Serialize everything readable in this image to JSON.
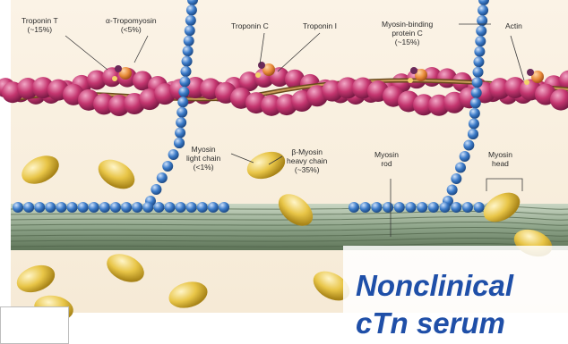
{
  "diagram": {
    "labels": {
      "troponin_t": "Troponin T",
      "troponin_t_pct": "(~15%)",
      "tropomyosin": "α-Tropomyosin",
      "tropomyosin_pct": "(<5%)",
      "troponin_c": "Troponin C",
      "troponin_i": "Troponin I",
      "mybpc_1": "Myosin-binding",
      "mybpc_2": "protein C",
      "mybpc_pct": "(~15%)",
      "actin": "Actin",
      "light_chain_1": "Myosin",
      "light_chain_2": "light chain",
      "light_chain_pct": "(<1%)",
      "heavy_chain_1": "β-Myosin",
      "heavy_chain_2": "heavy chain",
      "heavy_chain_pct": "(~35%)",
      "rod_1": "Myosin",
      "rod_2": "rod",
      "head_1": "Myosin",
      "head_2": "head"
    }
  },
  "overlay": {
    "line1": "Nonclinical",
    "line2": "cTn serum"
  },
  "colors": {
    "actin": "#c4356f",
    "troponin_c": "#e88a38",
    "myosin_binding": "#3d7cc9",
    "myosin_head": "#e8c547",
    "thick_filament": "#8fa58a",
    "overlay_text": "#1f4fa8"
  }
}
